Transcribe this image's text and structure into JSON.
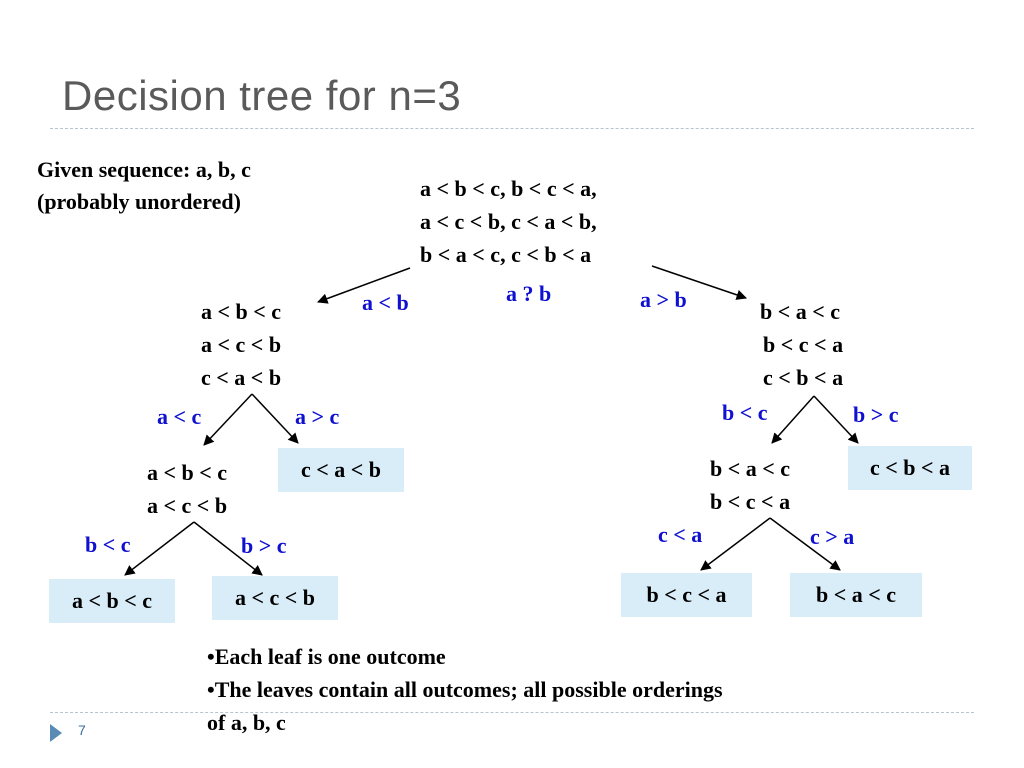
{
  "title": "Decision tree for n=3",
  "given": [
    "Given sequence: a, b, c",
    "(probably unordered)"
  ],
  "root": [
    "a < b < c, b < c < a,",
    "a < c < b, c < a < b,",
    "b < a < c, c < b < a"
  ],
  "root_question": "a ? b",
  "edges": {
    "a_lt_b": "a < b",
    "a_gt_b": "a > b",
    "a_lt_c": "a < c",
    "a_gt_c": "a > c",
    "b_lt_c_left": "b < c",
    "b_gt_c_left": "b > c",
    "b_lt_c_right": "b < c",
    "b_gt_c_right": "b > c",
    "c_lt_a": "c < a",
    "c_gt_a": "c > a"
  },
  "left_node": [
    "a < b < c",
    "a < c < b",
    "c < a < b"
  ],
  "right_node": [
    "b < a < c",
    "b < c < a",
    "c < b < a"
  ],
  "left_inner": [
    "a < b < c",
    "a < c < b"
  ],
  "right_inner": [
    "b < a < c",
    "b < c < a"
  ],
  "leaves": {
    "cab": "c < a < b",
    "abc": "a < b < c",
    "acb": "a < c < b",
    "cba": "c < b < a",
    "bca": "b < c < a",
    "bac": "b < a < c"
  },
  "bullets": [
    "•Each leaf is one outcome",
    "•The leaves contain all outcomes; all  possible orderings",
    "of a, b, c"
  ],
  "page_number": "7",
  "colors": {
    "edge_label": "#1010d0",
    "leaf_bg": "#d9edf9",
    "title": "#5a5a5a"
  }
}
